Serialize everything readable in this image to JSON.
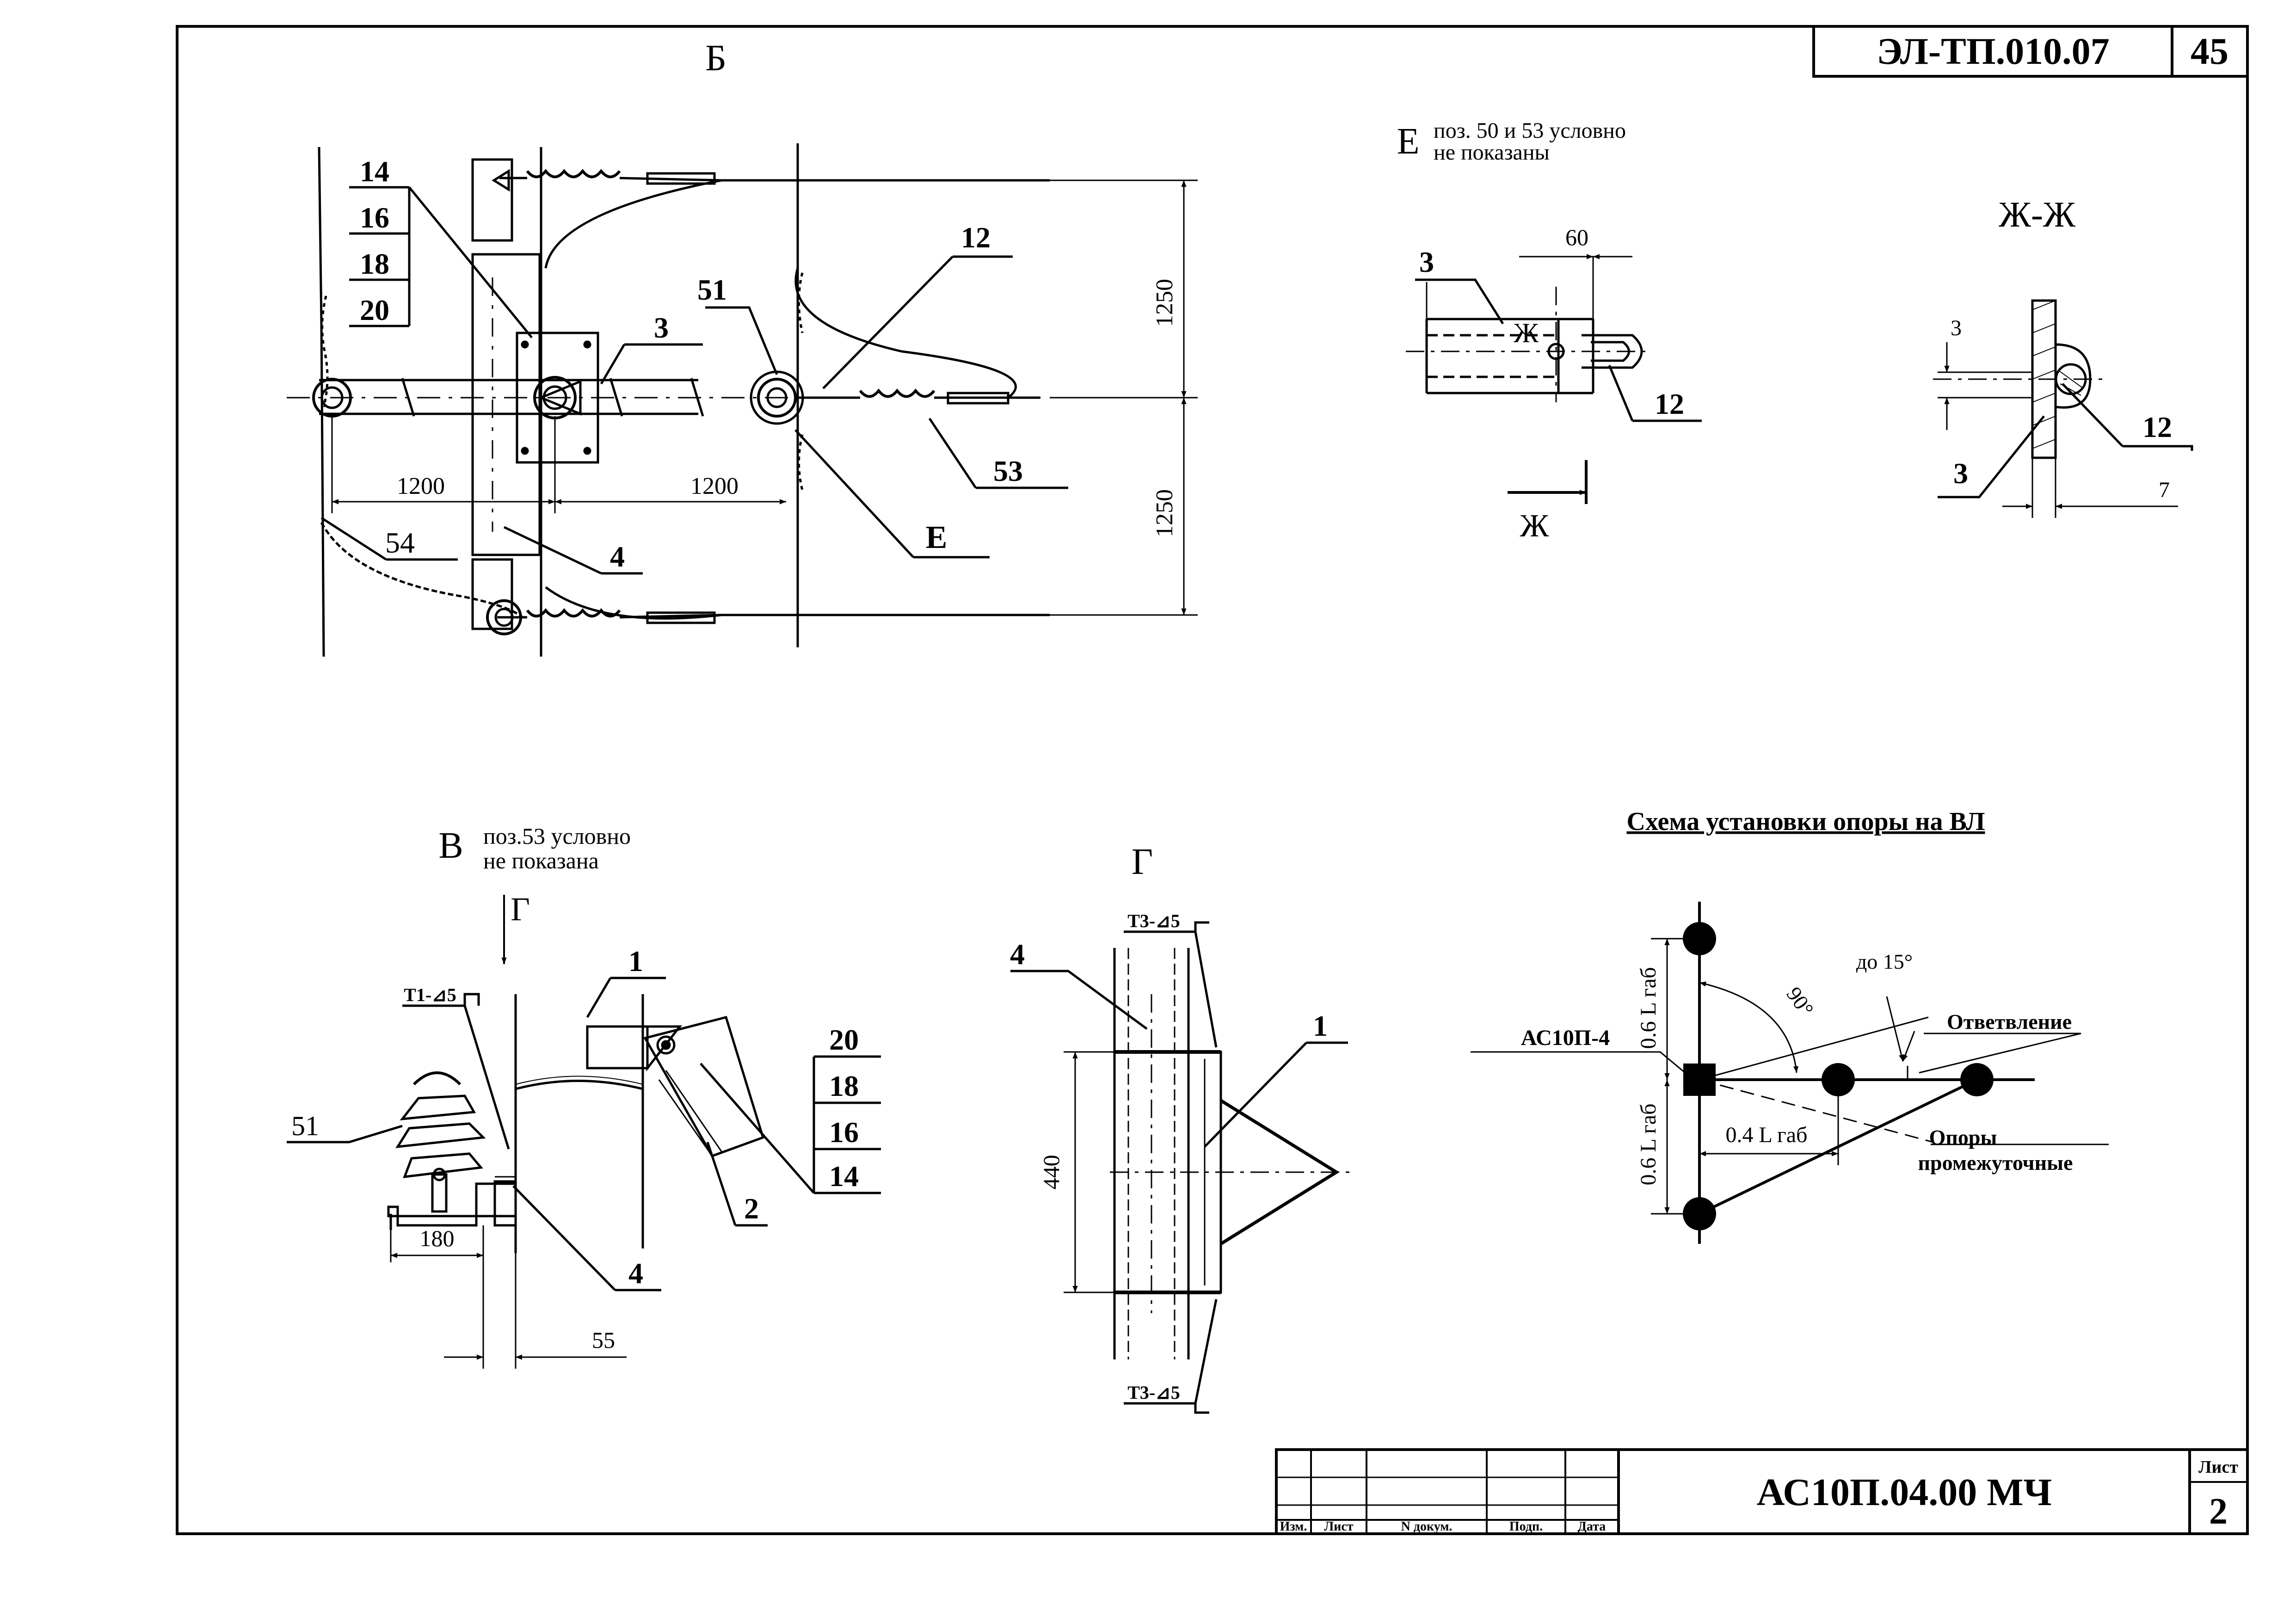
{
  "frame": {
    "doc_code": "ЭЛ-ТП.010.07",
    "page_number": "45"
  },
  "view_b": {
    "title": "Б",
    "callouts": [
      "14",
      "16",
      "18",
      "20"
    ],
    "labels": {
      "p3": "3",
      "p51": "51",
      "p12": "12",
      "p53": "53",
      "p4": "4",
      "p54": "54",
      "e": "Е"
    },
    "dims": {
      "left_span": "1200",
      "right_span": "1200",
      "upper_height": "1250",
      "lower_height": "1250"
    }
  },
  "view_e": {
    "title": "Е",
    "note_line1": "поз. 50 и 53 условно",
    "note_line2": "не показаны",
    "dim_60": "60",
    "label_3": "3",
    "label_12": "12",
    "section_mark": "Ж",
    "section_arrow_label": "Ж"
  },
  "section_zh": {
    "title": "Ж-Ж",
    "dim_3": "3",
    "dim_7": "7",
    "label_3": "3",
    "label_12": "12"
  },
  "view_v": {
    "title": "В",
    "note_line1": "поз.53 условно",
    "note_line2": "не показана",
    "arrow_label": "Г",
    "weld": "Т1-⊿5",
    "callouts": [
      "20",
      "18",
      "16",
      "14"
    ],
    "label_1": "1",
    "label_2": "2",
    "label_4": "4",
    "label_51": "51",
    "dim_180": "180",
    "dim_55": "55"
  },
  "view_g": {
    "title": "Г",
    "weld_top": "Т3-⊿5",
    "weld_bottom": "Т3-⊿5",
    "label_4": "4",
    "label_1": "1",
    "dim_440": "440"
  },
  "scheme": {
    "title": "Схема установки опоры на ВЛ",
    "support": "АС10П-4",
    "branch": "Ответвление",
    "intermediate_line1": "Опоры",
    "intermediate_line2": "промежуточные",
    "angle_90": "90°",
    "angle_15": "до 15°",
    "dim_upper": "0.6 L габ",
    "dim_lower": "0.6 L габ",
    "dim_horizontal": "0.4 L габ"
  },
  "title_block": {
    "designation": "АС10П.04.00 МЧ",
    "sheet_label": "Лист",
    "sheet_number": "2",
    "columns": [
      "Изм.",
      "Лист",
      "N докум.",
      "Подп.",
      "Дата"
    ]
  }
}
